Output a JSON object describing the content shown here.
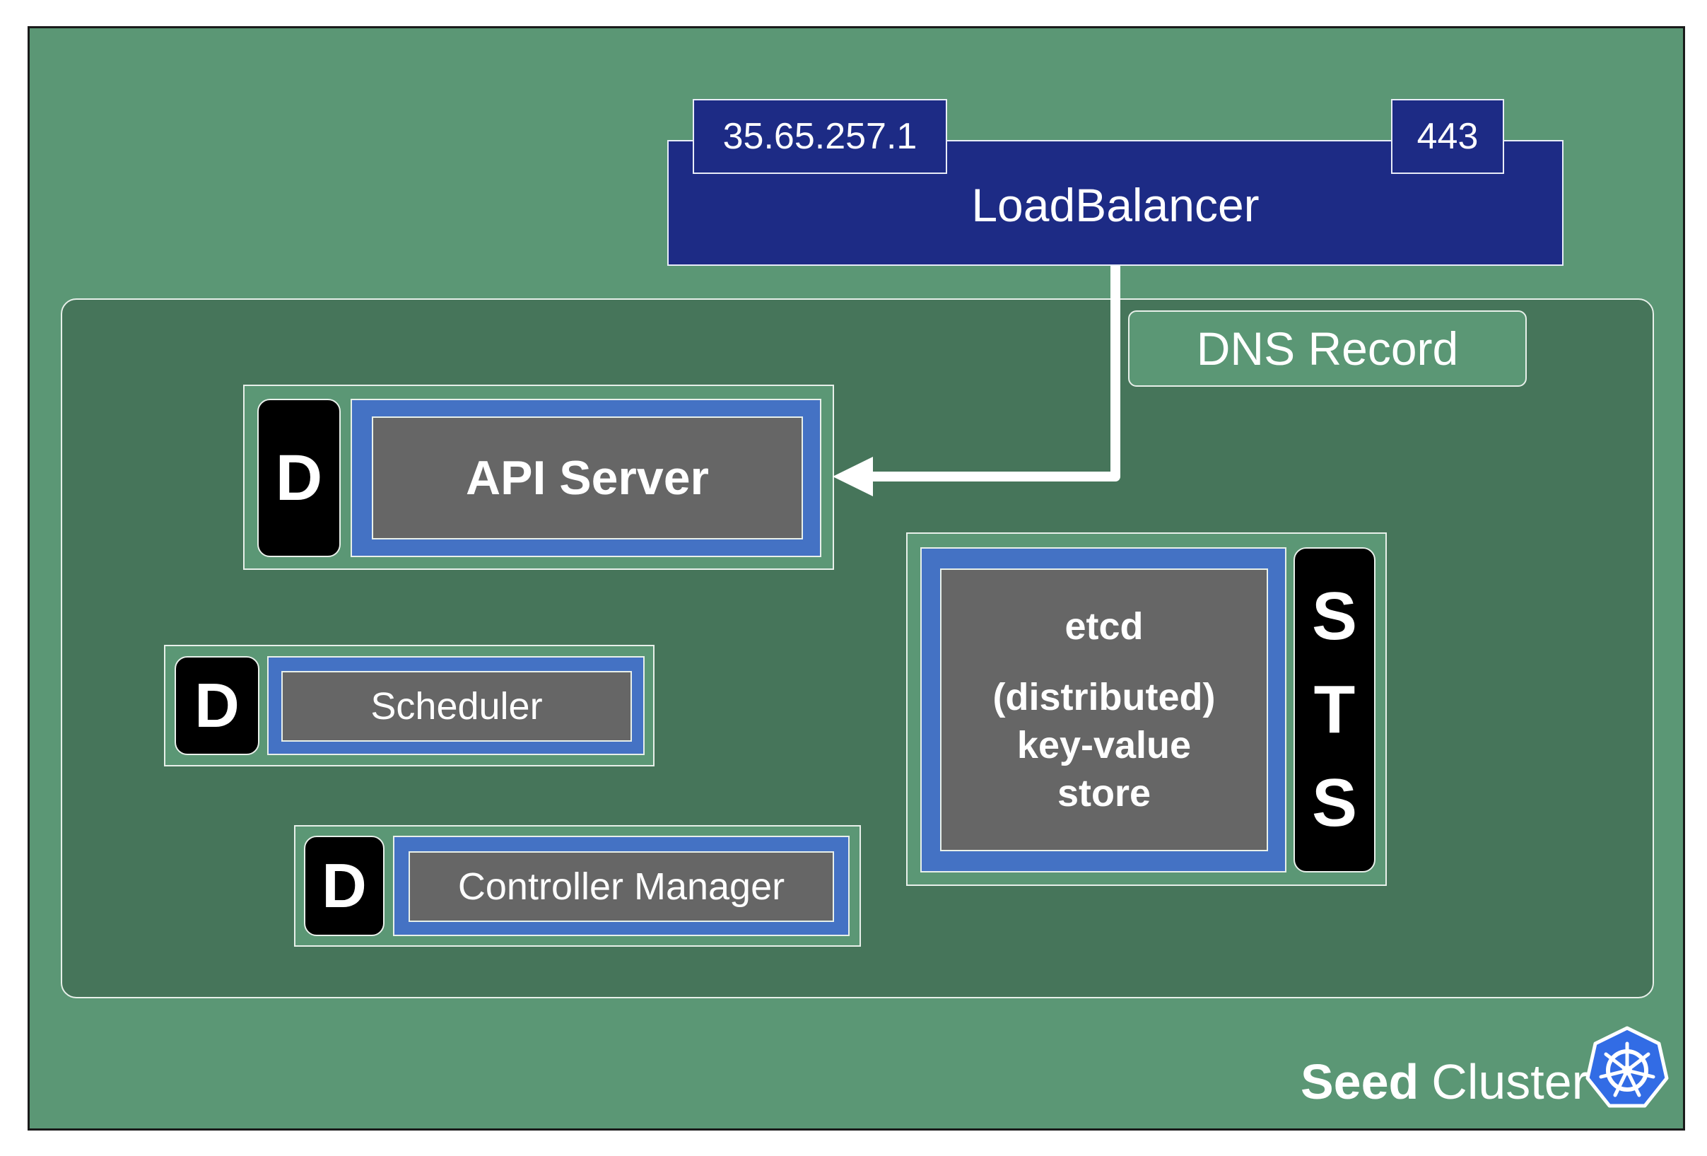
{
  "load_balancer": {
    "title": "LoadBalancer",
    "ip": "35.65.257.1",
    "port": "443"
  },
  "dns_record": {
    "label": "DNS Record"
  },
  "api_server": {
    "badge": "D",
    "label": "API Server"
  },
  "scheduler": {
    "badge": "D",
    "label": "Scheduler"
  },
  "controller_manager": {
    "badge": "D",
    "label": "Controller Manager"
  },
  "etcd": {
    "badge_letters": [
      "S",
      "T",
      "S"
    ],
    "line1": "etcd",
    "line2": "(distributed)",
    "line3": "key-value",
    "line4": "store"
  },
  "cluster": {
    "bold": "Seed",
    "label": "Cluster",
    "icon": "kubernetes-icon"
  },
  "colors": {
    "outer_bg": "#5b9775",
    "inner_bg": "#46755a",
    "load_balancer": "#1d2b85",
    "container": "#4472c4",
    "component": "#666666",
    "badge": "#000000"
  }
}
